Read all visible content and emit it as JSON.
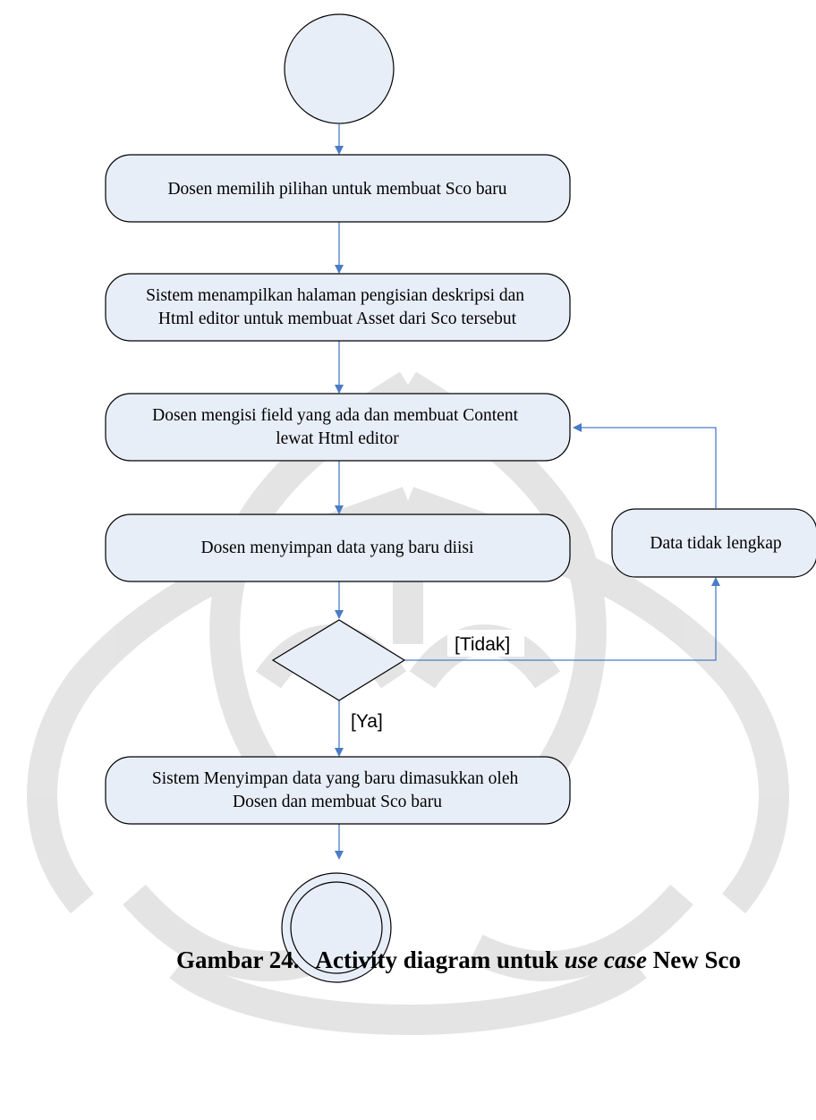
{
  "colors": {
    "node_fill": "#e8eef8",
    "stroke": "#000000",
    "arrow": "#4a7cc6",
    "watermark": "#d6d6d6"
  },
  "nodes": {
    "a1": [
      "Dosen  memilih pilihan untuk membuat Sco baru"
    ],
    "a2": [
      "Sistem menampilkan halaman pengisian deskripsi dan",
      "Html editor untuk membuat Asset dari Sco tersebut"
    ],
    "a3": [
      "Dosen mengisi field yang ada dan membuat Content",
      "lewat Html editor"
    ],
    "a4": [
      "Dosen menyimpan data yang baru diisi"
    ],
    "a5": [
      "Sistem Menyimpan data yang baru dimasukkan oleh",
      "Dosen dan membuat Sco baru"
    ],
    "side": [
      "Data tidak lengkap"
    ]
  },
  "guards": {
    "no": "[Tidak]",
    "yes": "[Ya]"
  },
  "caption": {
    "label": "Gambar 24.",
    "prefix": "Activity diagram untuk ",
    "italic": "use case",
    "suffix": " New Sco"
  }
}
